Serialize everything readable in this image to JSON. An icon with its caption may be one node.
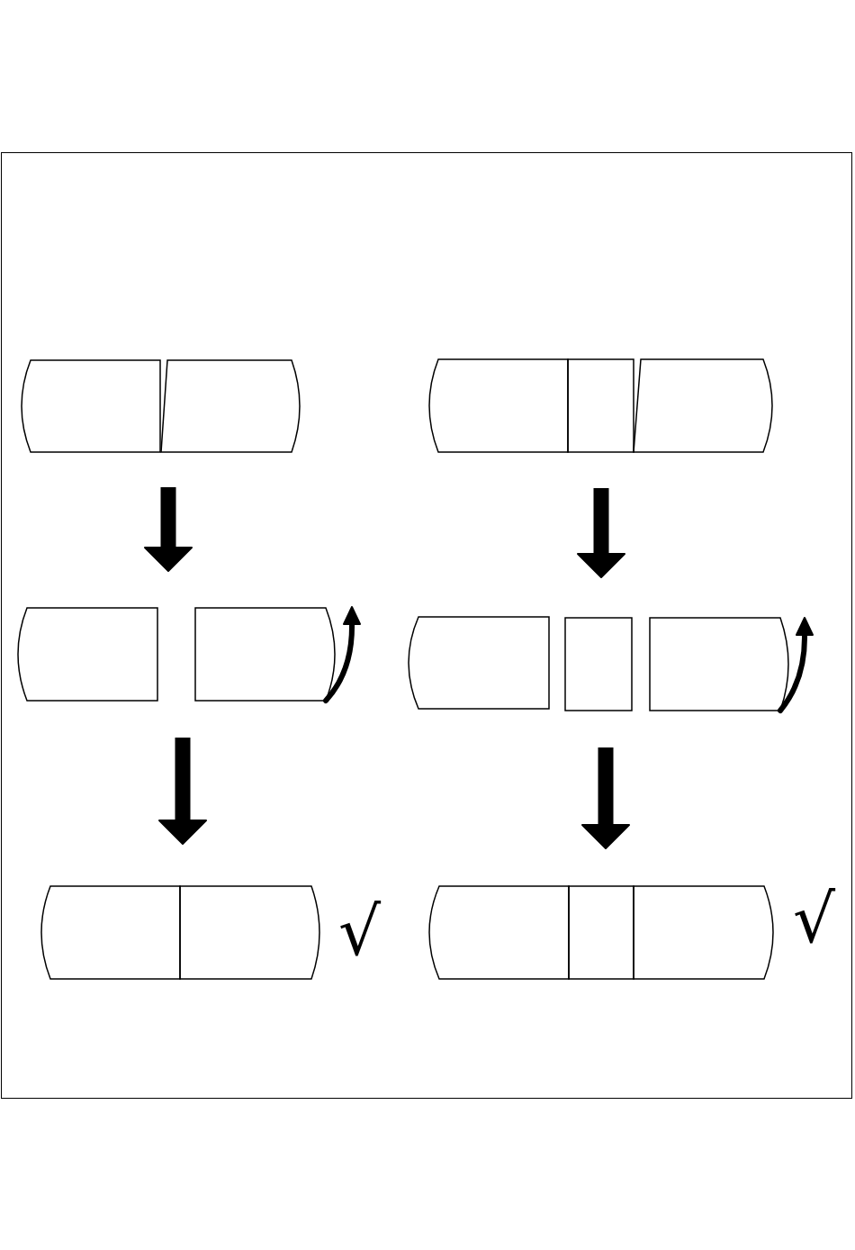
{
  "diagram": {
    "nodes": [
      {
        "text": [],
        "shape": "box"
      },
      {
        "text": [],
        "shape": "box"
      },
      {
        "text": [],
        "shape": "box"
      },
      {
        "text": [],
        "shape": "box"
      },
      {
        "text": [],
        "shape": "box"
      },
      {
        "text": [],
        "shape": "box"
      },
      {
        "text": [],
        "shape": "box"
      },
      {
        "text": [],
        "shape": "box",
        "beside": [
          "√"
        ]
      },
      {
        "text": [],
        "shape": "box",
        "beside": [
          "√"
        ]
      }
    ],
    "edges": [
      {
        "from": 0,
        "to": 2,
        "arrow": "to"
      },
      {
        "from": 1,
        "to": 5,
        "arrow": "to"
      },
      {
        "from": 3,
        "to": 7,
        "arrow": "to"
      },
      {
        "from": 5,
        "to": 8,
        "arrow": "to"
      }
    ]
  }
}
